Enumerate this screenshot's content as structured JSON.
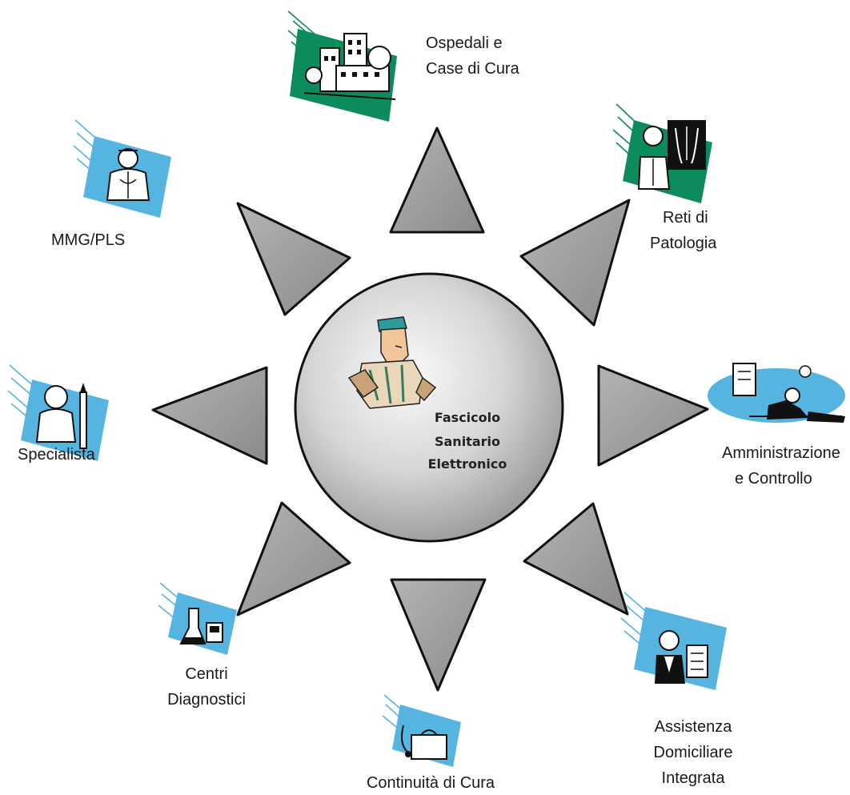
{
  "center": {
    "line1": "Fascicolo",
    "line2": "Sanitario",
    "line3": "Elettronico"
  },
  "nodes": {
    "ospedali": {
      "line1": "Ospedali e",
      "line2": "Case di Cura"
    },
    "reti": {
      "line1": "Reti di",
      "line2": "Patologia"
    },
    "amministrazione": {
      "line1": "Amministrazione",
      "line2": "e Controllo"
    },
    "assistenza": {
      "line1": "Assistenza",
      "line2": "Domiciliare",
      "line3": "Integrata"
    },
    "continuita": {
      "line1": "Continuità di Cura"
    },
    "centri": {
      "line1": "Centri",
      "line2": "Diagnostici"
    },
    "specialista": {
      "line1": "Specialista"
    },
    "mmg": {
      "line1": "MMG/PLS"
    }
  },
  "colors": {
    "green_clipart": "#0c8c5c",
    "blue_clipart": "#56b4e0",
    "ray_fill": "#9a9a9a",
    "sphere_light": "#f2f2f2",
    "sphere_dark": "#9c9c9c"
  },
  "icons": {
    "ospedali": "hospital-icon",
    "reti": "doctor-xray-icon",
    "amministrazione": "office-worker-icon",
    "assistenza": "nurse-clipboard-icon",
    "continuita": "medical-bag-icon",
    "centri": "lab-flask-icon",
    "specialista": "specialist-icon",
    "mmg": "physician-icon",
    "center": "patient-icon"
  }
}
